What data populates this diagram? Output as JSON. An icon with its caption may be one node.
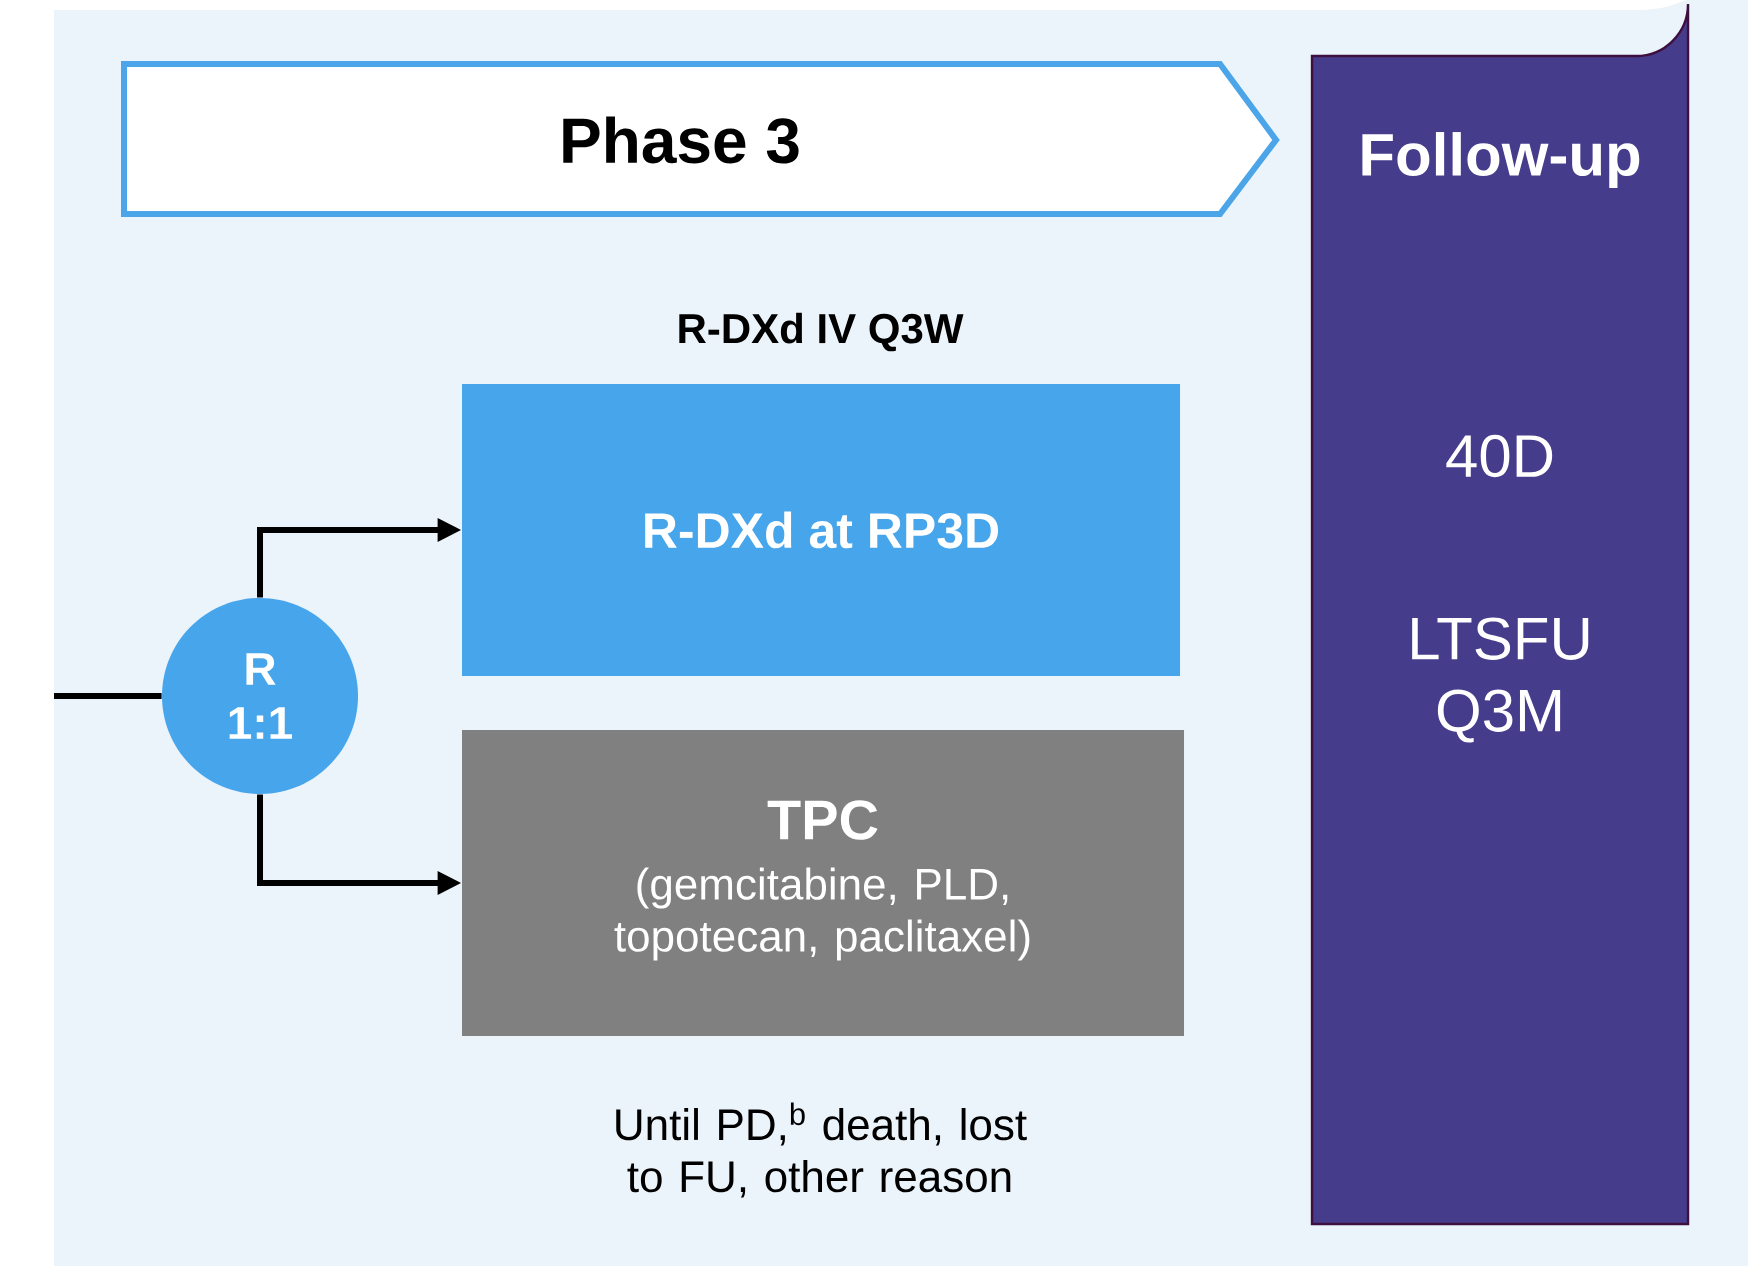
{
  "diagram": {
    "nodes": [
      {
        "text": [
          "Phase 3"
        ]
      },
      {
        "text": [
          "Follow-up",
          "40D",
          "LTSFU Q3M"
        ]
      },
      {
        "text": [
          "R 1:1"
        ]
      },
      {
        "text": [
          "R-DXd IV Q3W",
          "R-DXd at RP3D"
        ]
      },
      {
        "text": [
          "TPC",
          "(gemcitabine, PLD, topotecan, paclitaxel)"
        ]
      }
    ],
    "edges": [
      {
        "from": null,
        "to": 2,
        "arrow": "none"
      },
      {
        "from": 2,
        "to": 3,
        "arrow": "to"
      },
      {
        "from": 2,
        "to": 4,
        "arrow": "to"
      }
    ],
    "labels": [
      "Until PD,$^{b}$ death, lost to FU, other reason"
    ]
  }
}
